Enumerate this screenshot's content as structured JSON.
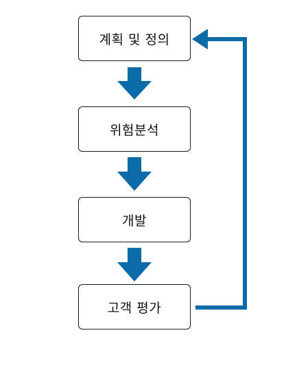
{
  "steps": [
    {
      "label": "계획 및 정의"
    },
    {
      "label": "위험분석"
    },
    {
      "label": "개발"
    },
    {
      "label": "고객 평가"
    }
  ],
  "colors": {
    "arrow": "#0B6BA8",
    "box_border": "#1a1a1a",
    "text": "#111111",
    "background": "#ffffff"
  }
}
